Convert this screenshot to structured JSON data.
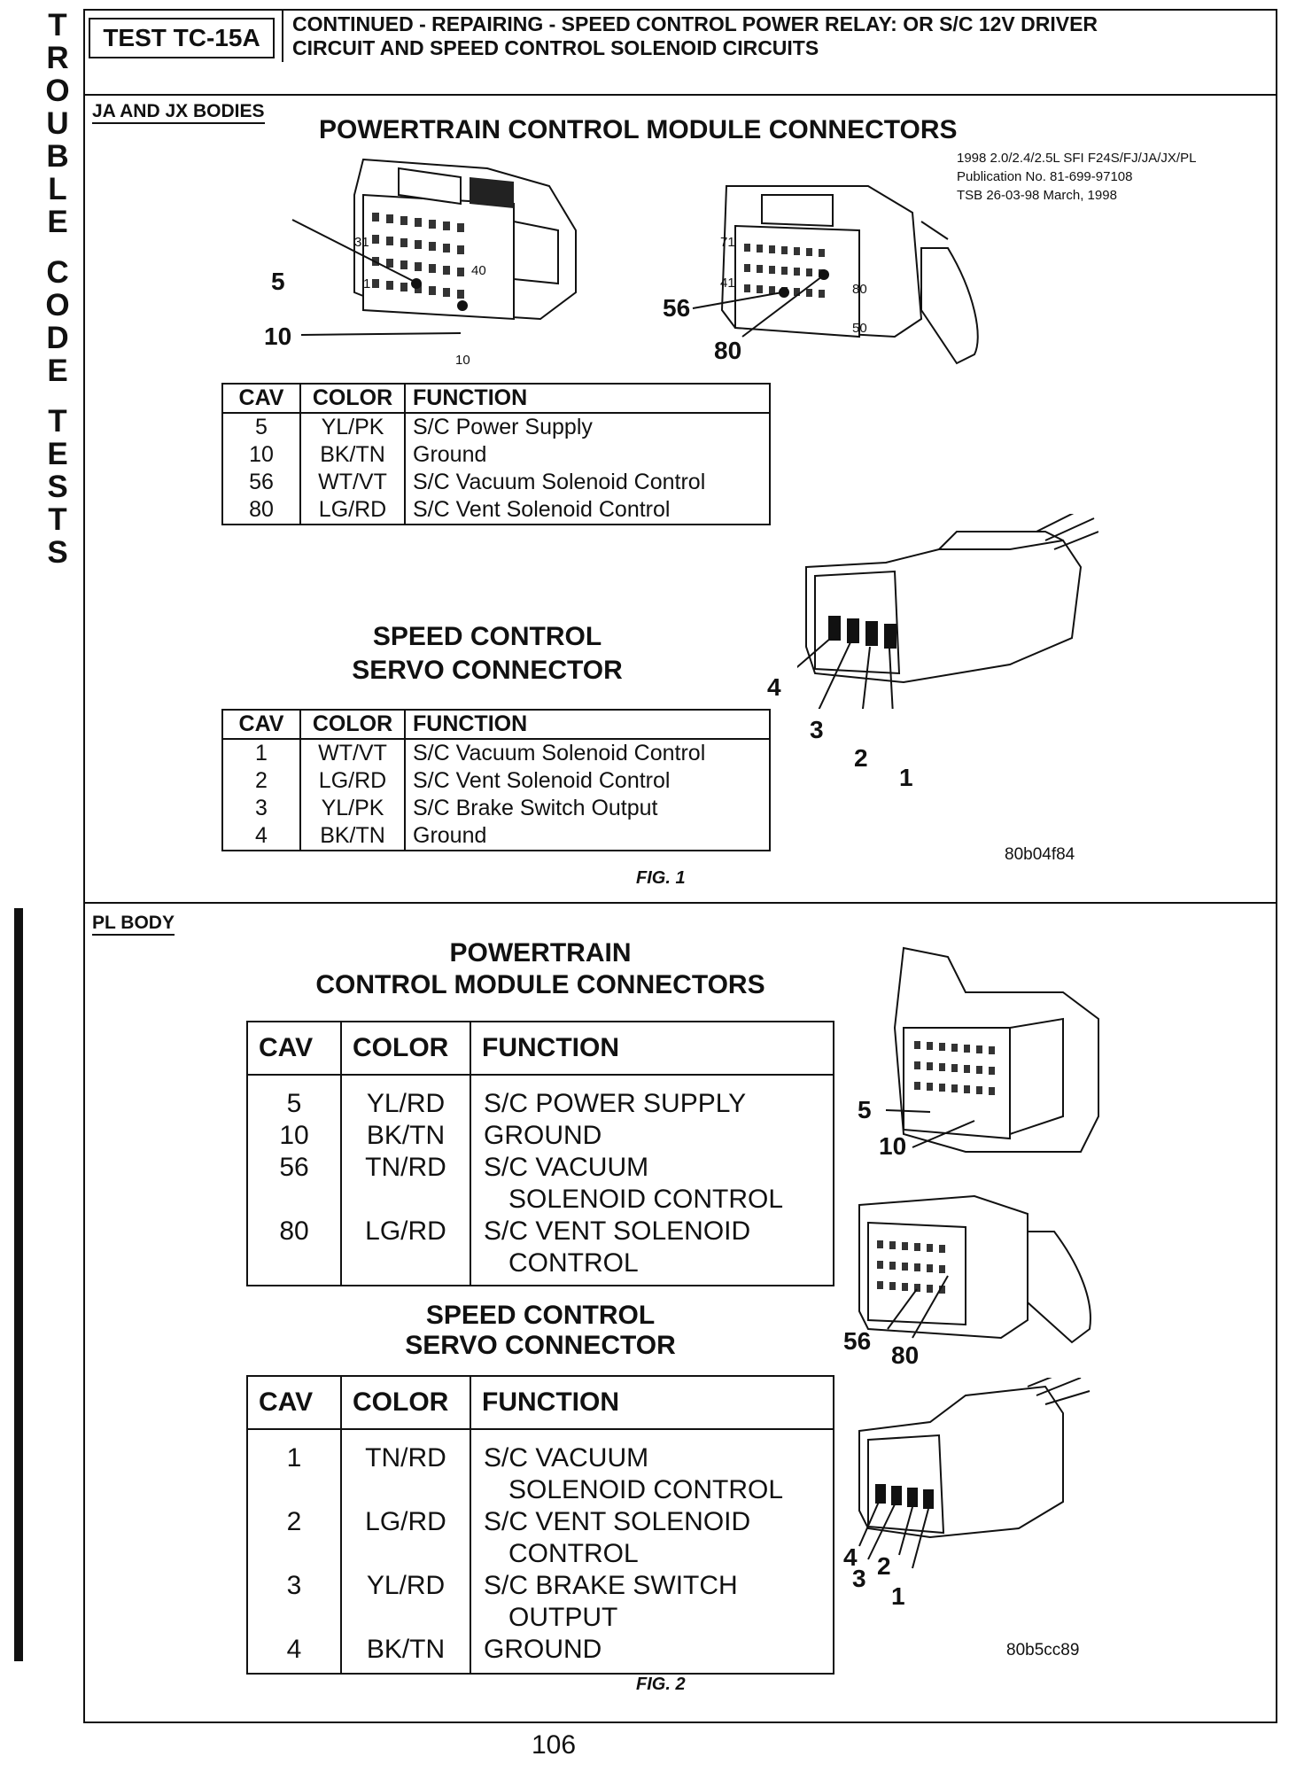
{
  "side_text": [
    "T",
    "R",
    "O",
    "U",
    "B",
    "L",
    "E",
    "",
    "C",
    "O",
    "D",
    "E",
    "",
    "T",
    "E",
    "S",
    "T",
    "S"
  ],
  "header": {
    "test_id": "TEST TC-15A",
    "title_line1": "CONTINUED - REPAIRING - SPEED CONTROL POWER RELAY: OR S/C 12V DRIVER",
    "title_line2": "CIRCUIT AND SPEED CONTROL SOLENOID CIRCUITS"
  },
  "section1": {
    "label": "JA AND JX BODIES",
    "heading": "POWERTRAIN CONTROL MODULE CONNECTORS",
    "note_lines": [
      "1998 2.0/2.4/2.5L SFI F24S/FJ/JA/JX/PL",
      "Publication No. 81-699-97108",
      "TSB 26-03-98        March, 1998"
    ],
    "pcm_callouts": [
      "5",
      "10",
      "56",
      "80"
    ],
    "pin_numbers": [
      "31",
      "40",
      "1",
      "10",
      "71",
      "41",
      "80",
      "50"
    ],
    "pcm_table": {
      "headers": [
        "CAV",
        "COLOR",
        "FUNCTION"
      ],
      "rows": [
        [
          "5",
          "YL/PK",
          "S/C Power Supply"
        ],
        [
          "10",
          "BK/TN",
          "Ground"
        ],
        [
          "56",
          "WT/VT",
          "S/C Vacuum Solenoid Control"
        ],
        [
          "80",
          "LG/RD",
          "S/C Vent Solenoid Control"
        ]
      ]
    },
    "servo_heading_line1": "SPEED CONTROL",
    "servo_heading_line2": "SERVO CONNECTOR",
    "servo_callouts": [
      "4",
      "3",
      "2",
      "1"
    ],
    "servo_table": {
      "headers": [
        "CAV",
        "COLOR",
        "FUNCTION"
      ],
      "rows": [
        [
          "1",
          "WT/VT",
          "S/C Vacuum Solenoid Control"
        ],
        [
          "2",
          "LG/RD",
          "S/C Vent Solenoid Control"
        ],
        [
          "3",
          "YL/PK",
          "S/C Brake Switch Output"
        ],
        [
          "4",
          "BK/TN",
          "Ground"
        ]
      ]
    },
    "figure_code": "80b04f84",
    "figure_label": "FIG. 1"
  },
  "section2": {
    "label": "PL BODY",
    "heading_line1": "POWERTRAIN",
    "heading_line2": "CONTROL MODULE CONNECTORS",
    "pcm_callouts": [
      "5",
      "10",
      "56",
      "80"
    ],
    "pcm_table": {
      "headers": [
        "CAV",
        "COLOR",
        "FUNCTION"
      ],
      "rows": [
        [
          "5",
          "YL/RD",
          "S/C POWER SUPPLY",
          ""
        ],
        [
          "10",
          "BK/TN",
          "GROUND",
          ""
        ],
        [
          "56",
          "TN/RD",
          "S/C VACUUM",
          "SOLENOID CONTROL"
        ],
        [
          "80",
          "LG/RD",
          "S/C VENT SOLENOID",
          "CONTROL"
        ]
      ]
    },
    "servo_heading_line1": "SPEED CONTROL",
    "servo_heading_line2": "SERVO CONNECTOR",
    "servo_callouts": [
      "4",
      "3",
      "2",
      "1"
    ],
    "servo_table": {
      "headers": [
        "CAV",
        "COLOR",
        "FUNCTION"
      ],
      "rows": [
        [
          "1",
          "TN/RD",
          "S/C VACUUM",
          "SOLENOID CONTROL"
        ],
        [
          "2",
          "LG/RD",
          "S/C VENT SOLENOID",
          "CONTROL"
        ],
        [
          "3",
          "YL/RD",
          "S/C BRAKE SWITCH",
          "OUTPUT"
        ],
        [
          "4",
          "BK/TN",
          "GROUND",
          ""
        ]
      ]
    },
    "figure_code": "80b5cc89",
    "figure_label": "FIG. 2"
  },
  "page_number": "106"
}
